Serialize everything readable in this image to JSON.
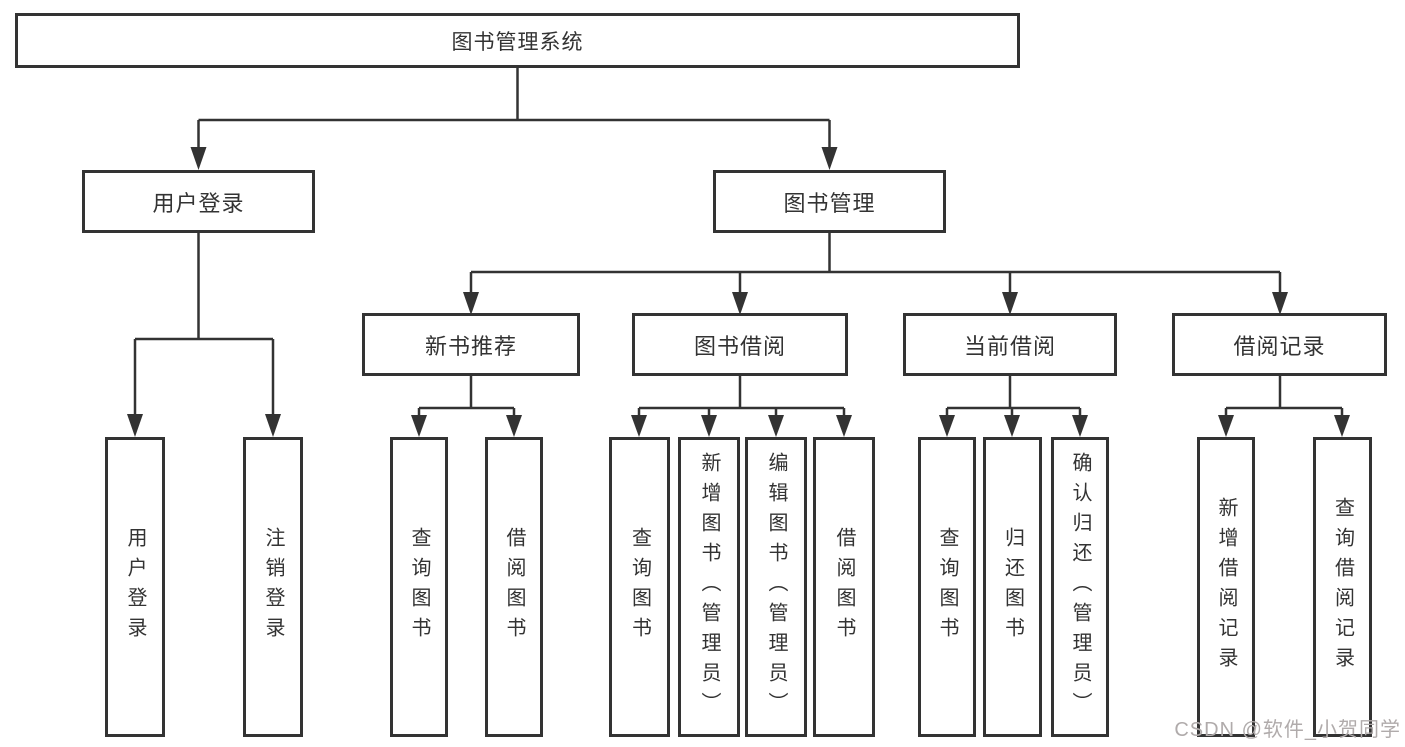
{
  "diagram": {
    "root": {
      "label": "图书管理系统"
    },
    "branches": [
      {
        "label": "用户登录",
        "children": [
          {
            "label": "用户登录"
          },
          {
            "label": "注销登录"
          }
        ]
      },
      {
        "label": "图书管理",
        "children": [
          {
            "label": "新书推荐",
            "children": [
              {
                "label": "查询图书"
              },
              {
                "label": "借阅图书"
              }
            ]
          },
          {
            "label": "图书借阅",
            "children": [
              {
                "label": "查询图书"
              },
              {
                "label": "新增图书（管理员）"
              },
              {
                "label": "编辑图书（管理员）"
              },
              {
                "label": "借阅图书"
              }
            ]
          },
          {
            "label": "当前借阅",
            "children": [
              {
                "label": "查询图书"
              },
              {
                "label": "归还图书"
              },
              {
                "label": "确认归还（管理员）"
              }
            ]
          },
          {
            "label": "借阅记录",
            "children": [
              {
                "label": "新增借阅记录"
              },
              {
                "label": "查询借阅记录"
              }
            ]
          }
        ]
      }
    ]
  },
  "watermark": {
    "text": "CSDN @软件_小贺同学"
  },
  "colors": {
    "line": "#333333",
    "text": "#333333",
    "watermark": "#b0abab",
    "background": "#ffffff"
  }
}
